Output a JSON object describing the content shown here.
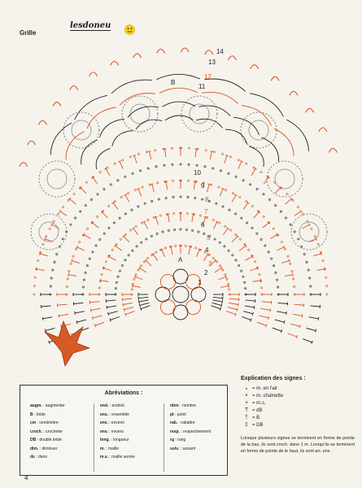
{
  "header": {
    "grille": "Grille",
    "logo": "lesdoneu"
  },
  "row_numbers": {
    "n14": "14",
    "n13": "13",
    "n12": "12",
    "n11": "11",
    "B": "B",
    "n10": "10",
    "n9": "9",
    "n8": "8",
    "n7": "7",
    "n6": "6",
    "n5": "5",
    "n4": "4",
    "n3": "3",
    "n2": "2",
    "A": "A",
    "n1": "1"
  },
  "abbreviations": {
    "title": "Abréviations :",
    "col1": [
      {
        "k": "augm.",
        "v": ": augmenter"
      },
      {
        "k": "B",
        "v": ": bride"
      },
      {
        "k": "cm",
        "v": ": centimètre"
      },
      {
        "k": "croch.",
        "v": ": crocheter"
      },
      {
        "k": "DB",
        "v": ": double bride"
      },
      {
        "k": "dim.",
        "v": ": diminuer"
      },
      {
        "k": "ds",
        "v": ": dans"
      }
    ],
    "col2": [
      {
        "k": "end.",
        "v": ": endroit"
      },
      {
        "k": "ens.",
        "v": ": ensemble"
      },
      {
        "k": "env.",
        "v": ": environ"
      },
      {
        "k": "env.",
        "v": ": envers"
      },
      {
        "k": "long.",
        "v": ": longueur"
      },
      {
        "k": "m.",
        "v": ": maille"
      },
      {
        "k": "m.s.",
        "v": ": maille serrée"
      }
    ],
    "col3": [
      {
        "k": "nbre",
        "v": ": nombre"
      },
      {
        "k": "pt",
        "v": ": point"
      },
      {
        "k": "rab.",
        "v": ": rabattre"
      },
      {
        "k": "resp.",
        "v": ": respectivement"
      },
      {
        "k": "rg",
        "v": ": rang"
      },
      {
        "k": "suiv.",
        "v": ": suivant"
      }
    ]
  },
  "legend": {
    "title": "Explication des signes :",
    "items": [
      {
        "sym": "∘",
        "text": "= m. en l'air"
      },
      {
        "sym": "•",
        "text": "= m. chaînette"
      },
      {
        "sym": "+",
        "text": "= m.s."
      },
      {
        "sym": "T",
        "text": "= dB"
      },
      {
        "sym": "†",
        "text": "= B"
      },
      {
        "sym": "‡",
        "text": "= DB"
      }
    ],
    "note": "Lorsque plusieurs signes se terminent en forme de pointe de la bas, ils sont croch. dans 1 m. Lorsqu'ils se terminent en forme de pointe de le haut, ils sont arr. ens."
  },
  "page_number": "4",
  "colors": {
    "orange": "#d9531e",
    "black": "#222222",
    "gray": "#8a8a8a"
  }
}
